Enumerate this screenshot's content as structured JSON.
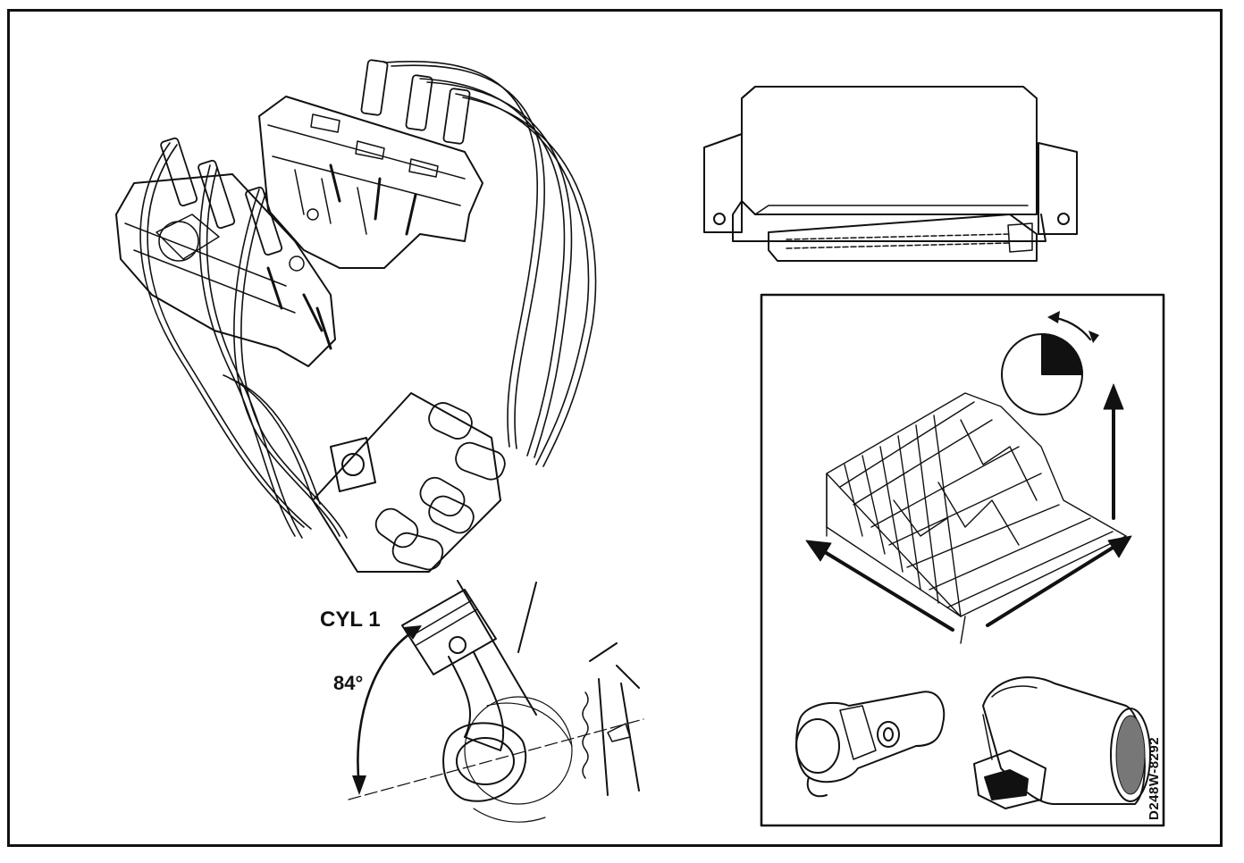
{
  "labels": {
    "cylinder": "CYL 1",
    "angle": "84°",
    "figure_code": "D248W-8292"
  },
  "colors": {
    "ink": "#111111",
    "paper": "#ffffff"
  }
}
